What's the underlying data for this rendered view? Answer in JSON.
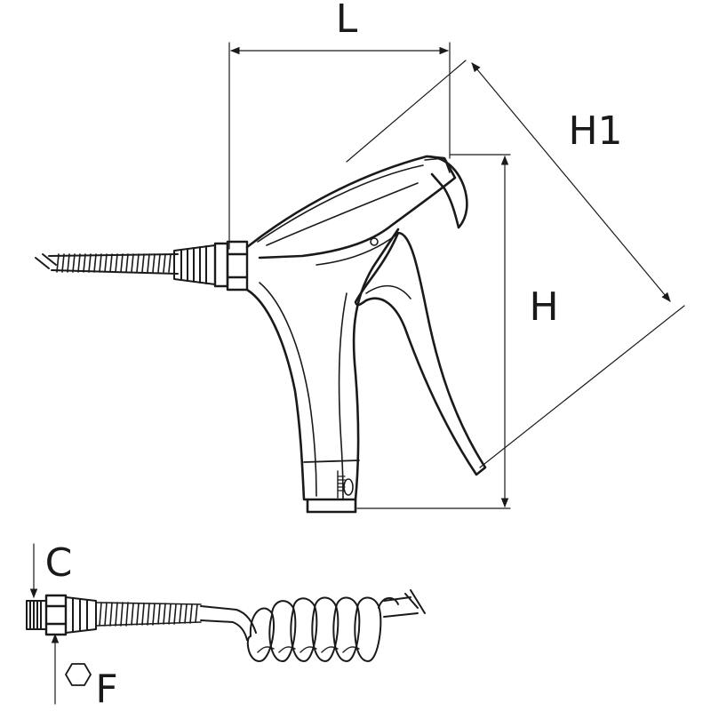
{
  "dimensions": {
    "length_label": "L",
    "height_label": "H",
    "diagonal_label": "H1",
    "thread_label": "C",
    "hex_label": "F"
  }
}
